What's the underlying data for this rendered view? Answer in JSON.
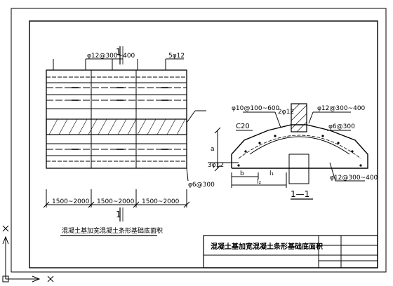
{
  "plan": {
    "section_mark": "1",
    "rebar_top_left": "φ12@300~400",
    "rebar_top_right": "5φ12",
    "rebar_right": "φ6@300",
    "spacing_labels": [
      "1500~2000",
      "1500~2000",
      "1500~2000"
    ],
    "caption": "混凝土基加宽混凝土条形基础底面积"
  },
  "section": {
    "top_rebar": "φ10@100~600",
    "mid_rebar": "2φ12",
    "right_rebar_1": "φ12@300~400",
    "right_rebar_2": "φ6@300",
    "right_rebar_3": "φ12@300~400",
    "concrete": "C20",
    "bottom_rebar": "3φ12",
    "dim_a": "a",
    "dim_b": "b",
    "dim_l1": "l₁",
    "dim_l2": "l₂",
    "title": "1—1"
  },
  "title_block": {
    "title": "混凝土基加宽混凝土条形基础底面积"
  }
}
